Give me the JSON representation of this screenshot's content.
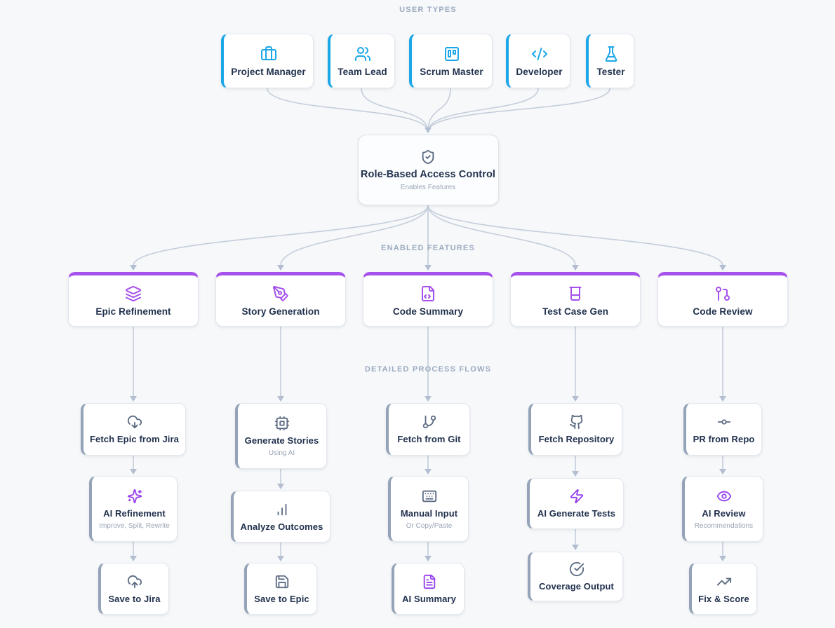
{
  "section_labels": {
    "user_types": "USER TYPES",
    "enabled_features": "ENABLED FEATURES",
    "process_flows": "DETAILED PROCESS FLOWS"
  },
  "colors": {
    "background": "#f6f8fa",
    "user_accent": "#1ca7e9",
    "feature_accent": "#a551ec",
    "ai_icon_accent": "#9640ed",
    "neutral_icon": "#5b6b82",
    "process_accent": "#94a3b8",
    "edge": "#c5cedb",
    "arrowhead": "#b3bfd0",
    "title_text": "#21314e",
    "subtitle_text": "#9aa6b6",
    "section_label_text": "#9cabc0"
  },
  "user_types": [
    {
      "id": "project-manager",
      "label": "Project Manager",
      "icon": "briefcase-icon"
    },
    {
      "id": "team-lead",
      "label": "Team Lead",
      "icon": "users-icon"
    },
    {
      "id": "scrum-master",
      "label": "Scrum Master",
      "icon": "kanban-board-icon"
    },
    {
      "id": "developer",
      "label": "Developer",
      "icon": "code-icon"
    },
    {
      "id": "tester",
      "label": "Tester",
      "icon": "flask-icon"
    }
  ],
  "access_control": {
    "id": "role-based-access-control",
    "label": "Role-Based Access Control",
    "sublabel": "Enables Features",
    "icon": "shield-check-icon"
  },
  "features": [
    {
      "id": "epic-refinement",
      "label": "Epic Refinement",
      "icon": "layers-icon"
    },
    {
      "id": "story-generation",
      "label": "Story Generation",
      "icon": "pen-tool-icon"
    },
    {
      "id": "code-summary",
      "label": "Code Summary",
      "icon": "file-code-icon"
    },
    {
      "id": "test-case-gen",
      "label": "Test Case Gen",
      "icon": "beaker-icon"
    },
    {
      "id": "code-review",
      "label": "Code Review",
      "icon": "git-pull-request-icon"
    }
  ],
  "process_flows": [
    {
      "feature": "epic-refinement",
      "steps": [
        {
          "id": "fetch-epic-from-jira",
          "label": "Fetch Epic from Jira",
          "icon": "cloud-download-icon"
        },
        {
          "id": "ai-refinement",
          "label": "AI Refinement",
          "sublabel": "Improve, Split, Rewrite",
          "icon": "sparkles-icon",
          "ai": true
        },
        {
          "id": "save-to-jira",
          "label": "Save to Jira",
          "icon": "cloud-upload-icon"
        }
      ]
    },
    {
      "feature": "story-generation",
      "steps": [
        {
          "id": "generate-stories",
          "label": "Generate Stories",
          "sublabel": "Using AI",
          "icon": "cpu-icon"
        },
        {
          "id": "analyze-outcomes",
          "label": "Analyze Outcomes",
          "icon": "bar-chart-icon"
        },
        {
          "id": "save-to-epic",
          "label": "Save to Epic",
          "icon": "save-icon"
        }
      ]
    },
    {
      "feature": "code-summary",
      "steps": [
        {
          "id": "fetch-from-git",
          "label": "Fetch from Git",
          "icon": "git-branch-icon"
        },
        {
          "id": "manual-input",
          "label": "Manual Input",
          "sublabel": "Or Copy/Paste",
          "icon": "keyboard-icon"
        },
        {
          "id": "ai-summary",
          "label": "AI Summary",
          "icon": "file-text-icon",
          "ai": true
        }
      ]
    },
    {
      "feature": "test-case-gen",
      "steps": [
        {
          "id": "fetch-repository",
          "label": "Fetch Repository",
          "icon": "github-icon"
        },
        {
          "id": "ai-generate-tests",
          "label": "AI Generate Tests",
          "icon": "zap-icon",
          "ai": true
        },
        {
          "id": "coverage-output",
          "label": "Coverage Output",
          "icon": "check-circle-icon"
        }
      ]
    },
    {
      "feature": "code-review",
      "steps": [
        {
          "id": "pr-from-repo",
          "label": "PR from Repo",
          "icon": "git-commit-icon"
        },
        {
          "id": "ai-review",
          "label": "AI Review",
          "sublabel": "Recommendations",
          "icon": "eye-icon",
          "ai": true
        },
        {
          "id": "fix-and-score",
          "label": "Fix & Score",
          "icon": "trending-up-icon"
        }
      ]
    }
  ]
}
